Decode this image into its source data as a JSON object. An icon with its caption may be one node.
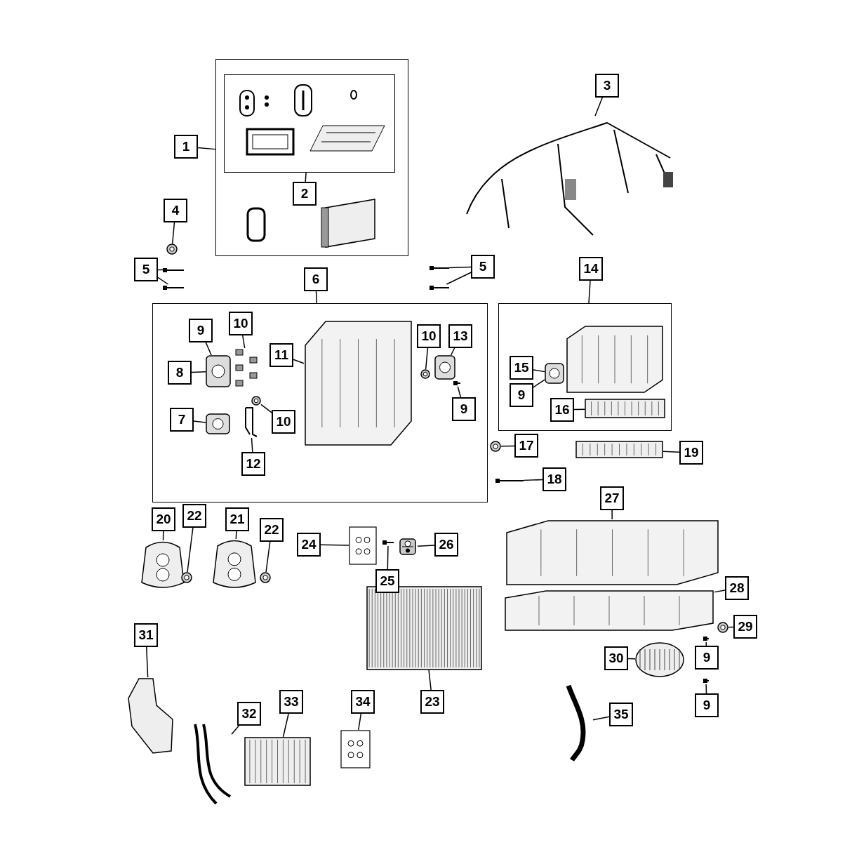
{
  "diagram": {
    "nodes": [
      {
        "text": [],
        "shape": "box"
      },
      {
        "text": [
          "1"
        ]
      },
      {
        "text": [],
        "shape": "box",
        "in": 0
      },
      {
        "text": [
          "2"
        ],
        "in": 0
      },
      {
        "text": [
          "3"
        ]
      },
      {
        "text": [],
        "shape": "picture"
      },
      {
        "text": [
          "4"
        ]
      },
      {
        "text": [],
        "shape": "picture"
      },
      {
        "text": [
          "5"
        ]
      },
      {
        "text": [],
        "shape": "picture"
      },
      {
        "text": [],
        "shape": "picture"
      },
      {
        "text": [
          "5"
        ]
      },
      {
        "text": [],
        "shape": "picture"
      },
      {
        "text": [],
        "shape": "picture"
      },
      {
        "text": [
          "6"
        ]
      },
      {
        "text": [],
        "shape": "box"
      },
      {
        "text": [
          "9"
        ],
        "in": 15
      },
      {
        "text": [
          "8"
        ],
        "in": 15
      },
      {
        "text": [],
        "shape": "picture",
        "in": 15
      },
      {
        "text": [
          "10"
        ],
        "in": 15
      },
      {
        "text": [],
        "shape": "picture",
        "in": 15
      },
      {
        "text": [
          "11"
        ],
        "in": 15
      },
      {
        "text": [],
        "shape": "picture",
        "in": 15
      },
      {
        "text": [
          "10"
        ],
        "in": 15
      },
      {
        "text": [],
        "shape": "picture",
        "in": 15
      },
      {
        "text": [
          "13"
        ],
        "in": 15
      },
      {
        "text": [],
        "shape": "picture",
        "in": 15
      },
      {
        "text": [
          "9"
        ],
        "in": 15
      },
      {
        "text": [],
        "shape": "picture",
        "in": 15
      },
      {
        "text": [
          "7"
        ],
        "in": 15
      },
      {
        "text": [],
        "shape": "picture",
        "in": 15
      },
      {
        "text": [
          "10"
        ],
        "in": 15
      },
      {
        "text": [],
        "shape": "picture",
        "in": 15
      },
      {
        "text": [
          "12"
        ],
        "in": 15
      },
      {
        "text": [],
        "shape": "picture",
        "in": 15
      },
      {
        "text": [
          "14"
        ]
      },
      {
        "text": [],
        "shape": "box"
      },
      {
        "text": [],
        "shape": "picture",
        "in": 36
      },
      {
        "text": [
          "15"
        ],
        "in": 36
      },
      {
        "text": [
          "9"
        ],
        "in": 36
      },
      {
        "text": [],
        "shape": "picture",
        "in": 36
      },
      {
        "text": [
          "16"
        ],
        "in": 36
      },
      {
        "text": [],
        "shape": "picture",
        "in": 36
      },
      {
        "text": [],
        "shape": "picture"
      },
      {
        "text": [
          "17"
        ]
      },
      {
        "text": [],
        "shape": "picture"
      },
      {
        "text": [
          "19"
        ]
      },
      {
        "text": [],
        "shape": "picture"
      },
      {
        "text": [
          "18"
        ]
      },
      {
        "text": [
          "20"
        ]
      },
      {
        "text": [],
        "shape": "picture"
      },
      {
        "text": [
          "22"
        ]
      },
      {
        "text": [],
        "shape": "picture"
      },
      {
        "text": [
          "21"
        ]
      },
      {
        "text": [],
        "shape": "picture"
      },
      {
        "text": [
          "22"
        ]
      },
      {
        "text": [],
        "shape": "picture"
      },
      {
        "text": [
          "24"
        ]
      },
      {
        "text": [],
        "shape": "picture"
      },
      {
        "text": [
          "26"
        ]
      },
      {
        "text": [],
        "shape": "picture"
      },
      {
        "text": [
          "27"
        ]
      },
      {
        "text": [],
        "shape": "picture"
      },
      {
        "text": [
          "25"
        ]
      },
      {
        "text": [],
        "shape": "picture"
      },
      {
        "text": [
          "28"
        ]
      },
      {
        "text": [],
        "shape": "picture"
      },
      {
        "text": [],
        "shape": "picture"
      },
      {
        "text": [],
        "shape": "picture"
      },
      {
        "text": [
          "29"
        ]
      },
      {
        "text": [
          "30"
        ]
      },
      {
        "text": [],
        "shape": "picture"
      },
      {
        "text": [
          "9"
        ]
      },
      {
        "text": [],
        "shape": "picture"
      },
      {
        "text": [
          "31"
        ]
      },
      {
        "text": [],
        "shape": "picture"
      },
      {
        "text": [
          "23"
        ]
      },
      {
        "text": [
          "9"
        ]
      },
      {
        "text": [],
        "shape": "picture"
      },
      {
        "text": [
          "33"
        ]
      },
      {
        "text": [
          "34"
        ]
      },
      {
        "text": [
          "32"
        ]
      },
      {
        "text": [],
        "shape": "picture"
      },
      {
        "text": [],
        "shape": "picture"
      },
      {
        "text": [],
        "shape": "picture"
      },
      {
        "text": [
          "35"
        ]
      },
      {
        "text": [],
        "shape": "picture"
      }
    ],
    "edges": [
      {
        "from": 1,
        "to": 0,
        "arrow": "none"
      },
      {
        "from": 3,
        "to": 2,
        "arrow": "none"
      },
      {
        "from": 4,
        "to": 5,
        "arrow": "none"
      },
      {
        "from": 6,
        "to": 7,
        "arrow": "none"
      },
      {
        "from": 8,
        "to": 9,
        "arrow": "none"
      },
      {
        "from": 8,
        "to": 10,
        "arrow": "none"
      },
      {
        "from": 11,
        "to": 12,
        "arrow": "none"
      },
      {
        "from": 11,
        "to": 13,
        "arrow": "none"
      },
      {
        "from": 14,
        "to": 15,
        "arrow": "none"
      },
      {
        "from": 16,
        "to": 18,
        "arrow": "none"
      },
      {
        "from": 17,
        "to": 18,
        "arrow": "none"
      },
      {
        "from": 19,
        "to": 20,
        "arrow": "none"
      },
      {
        "from": 21,
        "to": 22,
        "arrow": "none"
      },
      {
        "from": 23,
        "to": 24,
        "arrow": "none"
      },
      {
        "from": 25,
        "to": 26,
        "arrow": "none"
      },
      {
        "from": 27,
        "to": 28,
        "arrow": "none"
      },
      {
        "from": 29,
        "to": 30,
        "arrow": "none"
      },
      {
        "from": 31,
        "to": 32,
        "arrow": "none"
      },
      {
        "from": 33,
        "to": 34,
        "arrow": "none"
      },
      {
        "from": 35,
        "to": 36,
        "arrow": "none"
      },
      {
        "from": 38,
        "to": 40,
        "arrow": "none"
      },
      {
        "from": 39,
        "to": 40,
        "arrow": "none"
      },
      {
        "from": 41,
        "to": 42,
        "arrow": "none"
      },
      {
        "from": 44,
        "to": 43,
        "arrow": "none"
      },
      {
        "from": 46,
        "to": 45,
        "arrow": "none"
      },
      {
        "from": 48,
        "to": 47,
        "arrow": "none"
      },
      {
        "from": 49,
        "to": 50,
        "arrow": "none"
      },
      {
        "from": 51,
        "to": 52,
        "arrow": "none"
      },
      {
        "from": 53,
        "to": 54,
        "arrow": "none"
      },
      {
        "from": 55,
        "to": 56,
        "arrow": "none"
      },
      {
        "from": 57,
        "to": 58,
        "arrow": "none"
      },
      {
        "from": 59,
        "to": 60,
        "arrow": "none"
      },
      {
        "from": 61,
        "to": 62,
        "arrow": "none"
      },
      {
        "from": 63,
        "to": 64,
        "arrow": "none"
      },
      {
        "from": 65,
        "to": 66,
        "arrow": "none"
      },
      {
        "from": 69,
        "to": 68,
        "arrow": "none"
      },
      {
        "from": 70,
        "to": 71,
        "arrow": "none"
      },
      {
        "from": 72,
        "to": 73,
        "arrow": "none"
      },
      {
        "from": 74,
        "to": 75,
        "arrow": "none"
      },
      {
        "from": 76,
        "to": 67,
        "arrow": "none"
      },
      {
        "from": 77,
        "to": 78,
        "arrow": "none"
      },
      {
        "from": 79,
        "to": 83,
        "arrow": "none"
      },
      {
        "from": 80,
        "to": 84,
        "arrow": "none"
      },
      {
        "from": 81,
        "to": 82,
        "arrow": "none"
      },
      {
        "from": 85,
        "to": 86,
        "arrow": "none"
      }
    ]
  }
}
